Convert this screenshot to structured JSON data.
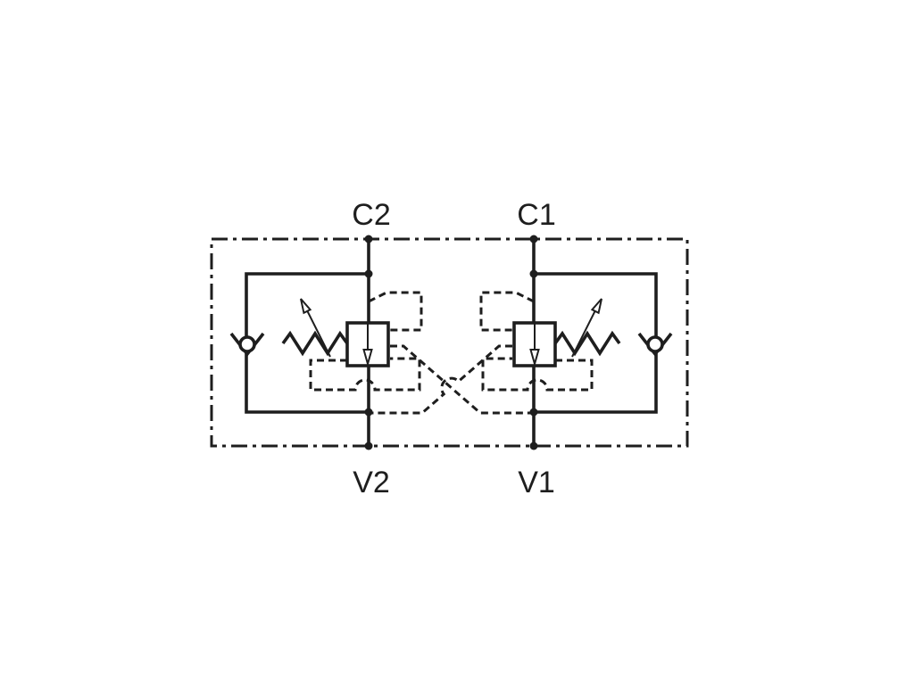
{
  "diagram": {
    "type": "hydraulic_circuit_schematic",
    "stroke_color": "#1e1e1e",
    "background_color": "#ffffff",
    "ports": {
      "c2": "C2",
      "c1": "C1",
      "v2": "V2",
      "v1": "V1"
    },
    "icons": {
      "left_valve": "counterbalance-relief-valve-icon",
      "right_valve": "counterbalance-relief-valve-icon",
      "left_check": "check-valve-icon",
      "right_check": "check-valve-icon",
      "left_spring": "adjustable-spring-icon",
      "right_spring": "adjustable-spring-icon",
      "boundary": "valve-body-boundary-dash-dot",
      "pilot_lines": "dashed-pilot-lines-crossed"
    }
  }
}
